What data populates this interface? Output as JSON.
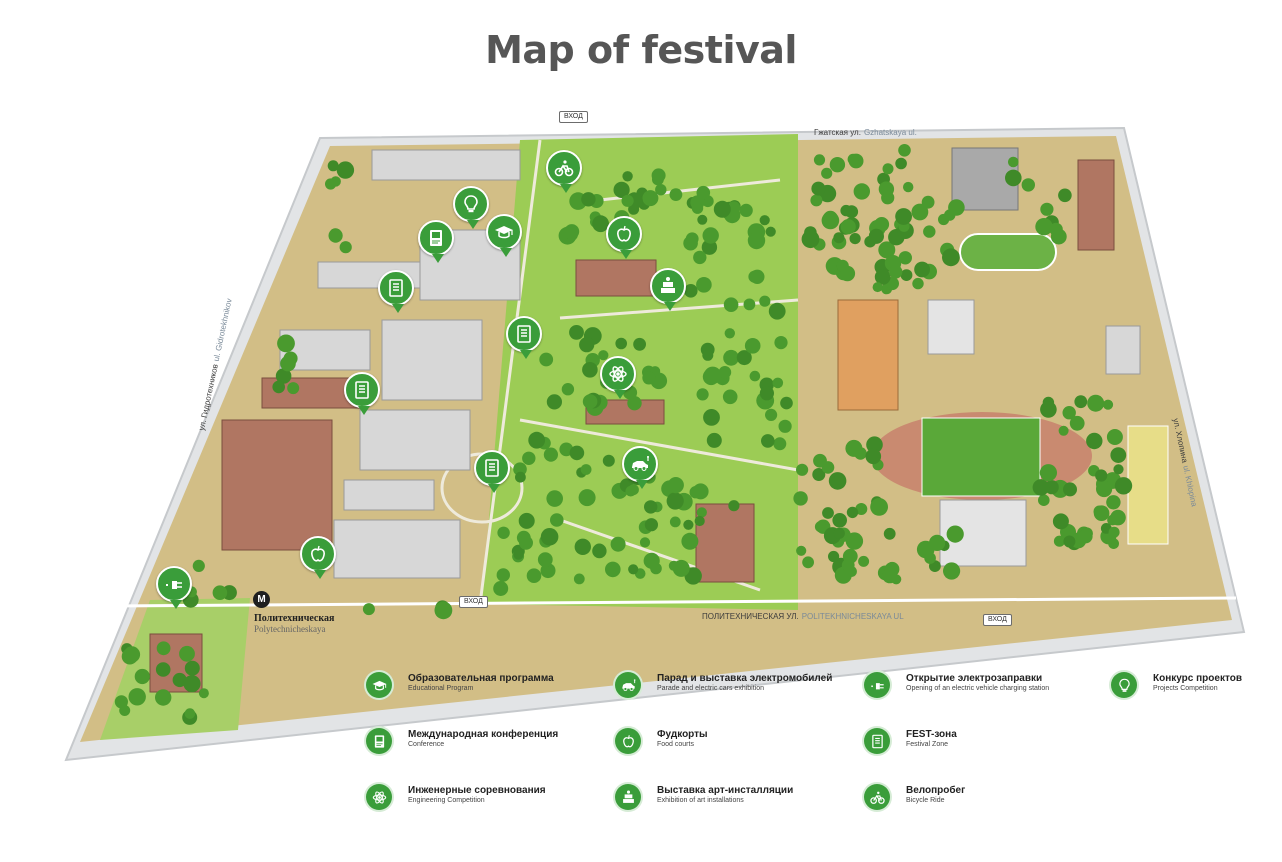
{
  "title": "Map of festival",
  "streets": {
    "north": {
      "ru": "Гжатская ул.",
      "en": "Gzhatskaya ul."
    },
    "south": {
      "ru": "ПОЛИТЕХНИЧЕСКАЯ УЛ.",
      "en": "POLITEKHNICHESKAYA UL"
    },
    "west": {
      "ru": "ул. Гидротехников",
      "en": "ul. Gidrotekhnikov"
    },
    "east": {
      "ru": "ул. Хлопина",
      "en": "ul. Khlopina"
    }
  },
  "gates": {
    "north": "ВХОД",
    "south": "ВХОД",
    "southeast": "ВХОД"
  },
  "metro": {
    "badge": "M",
    "ru": "Политехническая",
    "en": "Polytechnicheskaya"
  },
  "colors": {
    "accent": "#3a9d3a",
    "lawn": "#9ccc55",
    "ground": "#d2be86",
    "road": "#e2e4e6",
    "tree": "#4a9a2e",
    "building": "#d7d7d7",
    "brick": "#b07662"
  },
  "pins": [
    {
      "icon": "bicycle-icon"
    },
    {
      "icon": "lightbulb-icon"
    },
    {
      "icon": "graduation-cap-icon"
    },
    {
      "icon": "book-icon"
    },
    {
      "icon": "fest-zone-icon"
    },
    {
      "icon": "apple-icon"
    },
    {
      "icon": "art-installation-icon"
    },
    {
      "icon": "fest-zone-icon"
    },
    {
      "icon": "fest-zone-icon"
    },
    {
      "icon": "atom-icon"
    },
    {
      "icon": "fest-zone-icon"
    },
    {
      "icon": "electric-car-icon"
    },
    {
      "icon": "apple-icon"
    },
    {
      "icon": "charging-plug-icon"
    }
  ],
  "legend": [
    {
      "icon": "graduation-cap-icon",
      "ru": "Образовательная программа",
      "en": "Educational Program"
    },
    {
      "icon": "book-icon",
      "ru": "Международная конференция",
      "en": "Conference"
    },
    {
      "icon": "atom-icon",
      "ru": "Инженерные соревнования",
      "en": "Engineering Competition"
    },
    {
      "icon": "electric-car-icon",
      "ru": "Парад и выставка электромобилей",
      "en": "Parade and electric cars exhibition"
    },
    {
      "icon": "apple-icon",
      "ru": "Фудкорты",
      "en": "Food courts"
    },
    {
      "icon": "art-installation-icon",
      "ru": "Выставка арт-инсталляции",
      "en": "Exhibition of art installations"
    },
    {
      "icon": "charging-plug-icon",
      "ru": "Открытие электрозаправки",
      "en": "Opening of an electric vehicle charging station"
    },
    {
      "icon": "fest-zone-icon",
      "ru": "FEST-зона",
      "en": "Festival Zone"
    },
    {
      "icon": "bicycle-icon",
      "ru": "Велопробег",
      "en": "Bicycle Ride"
    },
    {
      "icon": "lightbulb-icon",
      "ru": "Конкурс проектов",
      "en": "Projects Competition"
    }
  ]
}
